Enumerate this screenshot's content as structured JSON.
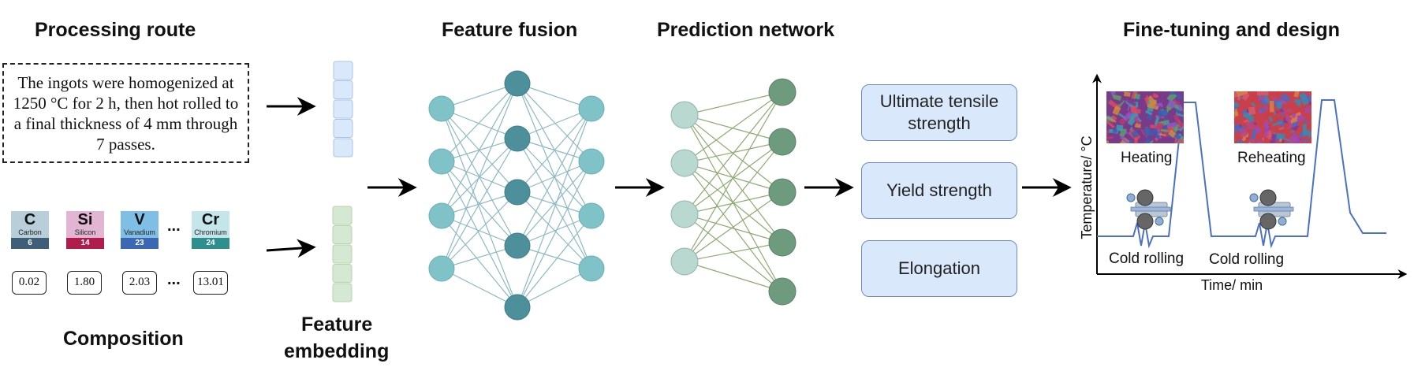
{
  "titles": {
    "processing_route": "Processing route",
    "feature_fusion": "Feature fusion",
    "prediction_network": "Prediction network",
    "fine_tuning": "Fine-tuning and design",
    "composition": "Composition",
    "feature_embedding_1": "Feature",
    "feature_embedding_2": "embedding"
  },
  "route_text": "The ingots were homogenized at 1250 °C for 2 h, then hot rolled to a final thickness of 4 mm through 7 passes.",
  "elements": [
    {
      "symbol": "C",
      "name": "Carbon",
      "number": "6",
      "value": "0.02",
      "top_color": "#b8cfd9",
      "num_color": "#3f5f78"
    },
    {
      "symbol": "Si",
      "name": "Silicon",
      "number": "14",
      "value": "1.80",
      "top_color": "#e2b6d2",
      "num_color": "#b01c4c"
    },
    {
      "symbol": "V",
      "name": "Vanadium",
      "number": "23",
      "value": "2.03",
      "top_color": "#7fbfe6",
      "num_color": "#3b67b4"
    },
    {
      "symbol": "Cr",
      "name": "Chromium",
      "number": "24",
      "value": "13.01",
      "top_color": "#c4e6ea",
      "num_color": "#2f8f8f"
    }
  ],
  "ellipsis": "...",
  "outputs": [
    "Ultimate tensile strength",
    "Yield strength",
    "Elongation"
  ],
  "process_chart": {
    "ylabel": "Temperature/ °C",
    "xlabel": "Time/ min",
    "heating": "Heating",
    "reheating": "Reheating",
    "cold_rolling_1": "Cold rolling",
    "cold_rolling_2": "Cold rolling"
  },
  "colors": {
    "fusion_node": "#7fc3c9",
    "fusion_hidden": "#4e8f9c",
    "fusion_edge": "#8cb9c4",
    "pred_input": "#b8d8d0",
    "pred_output": "#6e9a7e",
    "pred_edge": "#8bab70",
    "embed_blue": "#dae8fc",
    "embed_green": "#d5e8d4",
    "output_box": "#dae8fc",
    "curve": "#4a70c8"
  }
}
